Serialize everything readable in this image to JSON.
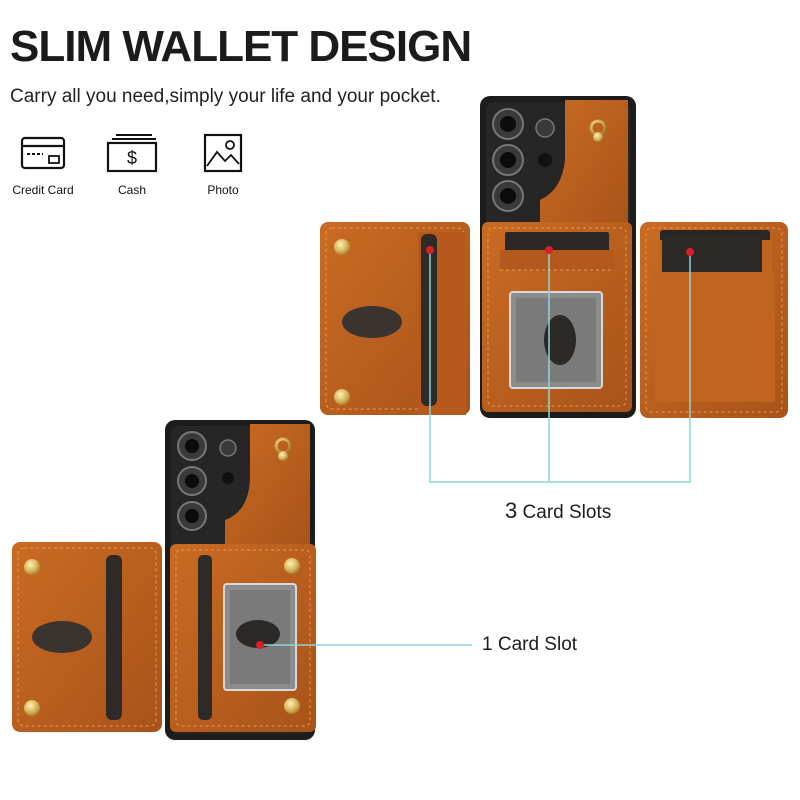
{
  "header": {
    "title": "SLIM WALLET DESIGN",
    "subtitle": "Carry all you need,simply your life and your pocket."
  },
  "features": [
    {
      "label": "Credit Card",
      "icon": "credit-card-icon"
    },
    {
      "label": "Cash",
      "icon": "cash-icon"
    },
    {
      "label": "Photo",
      "icon": "photo-icon"
    }
  ],
  "annotations": {
    "three_slots_num": "3",
    "three_slots_text": " Card Slots",
    "one_slot": "1 Card Slot"
  },
  "colors": {
    "leather": "#c0641f",
    "leather_dark": "#8f4512",
    "stitch": "#e59a5a",
    "pointer_line": "#8fd3d9",
    "pointer_dot": "#d61f26",
    "gold": "#d9b65a",
    "phone": "#1c1c1c"
  }
}
